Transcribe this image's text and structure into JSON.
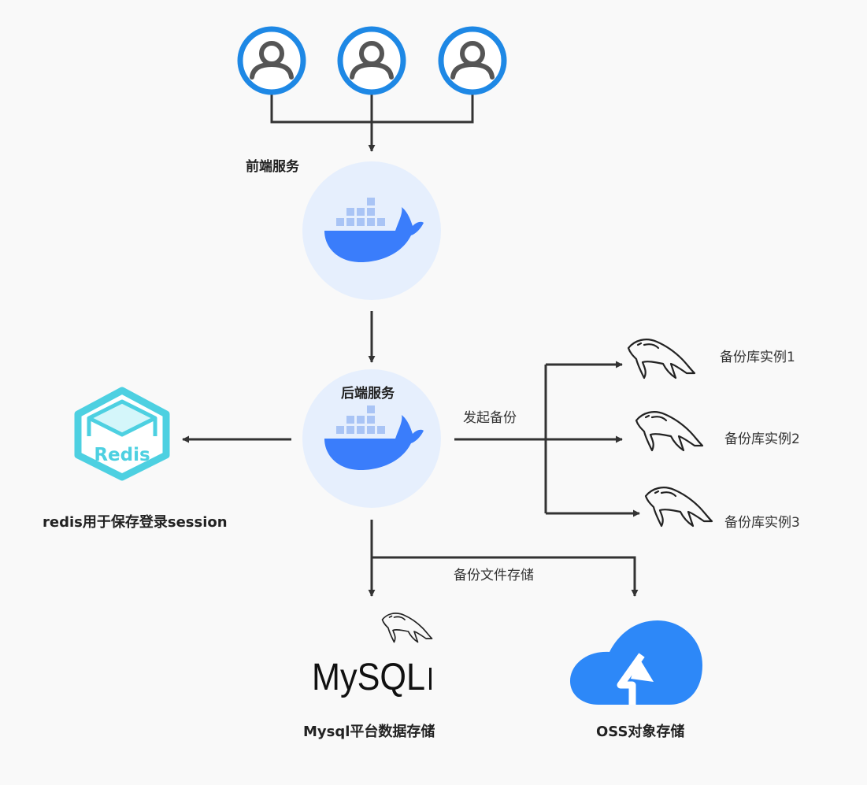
{
  "labels": {
    "frontend": "前端服务",
    "backend": "后端服务",
    "start_backup": "发起备份",
    "backup_instance_1": "备份库实例1",
    "backup_instance_2": "备份库实例2",
    "backup_instance_3": "备份库实例3",
    "redis_caption": "redis用于保存登录session",
    "backup_file_storage": "备份文件存储",
    "mysql_caption": "Mysql平台数据存储",
    "oss_caption": "OSS对象存储"
  },
  "logos": {
    "redis": "Redis",
    "mysql": "MySQL"
  },
  "icons": [
    "user-icon",
    "docker-icon",
    "redis-icon",
    "mysql-dolphin-icon",
    "mysql-logo",
    "cloud-upload-icon"
  ],
  "colors": {
    "background": "#f9f9f9",
    "user_ring": "#1e88e5",
    "docker_circle": "#e6effd",
    "docker_whale": "#3a7dfb",
    "docker_blocks": "#a9c4f5",
    "redis": "#4dd0e1",
    "cloud": "#2d88f8",
    "connector": "#333333"
  }
}
